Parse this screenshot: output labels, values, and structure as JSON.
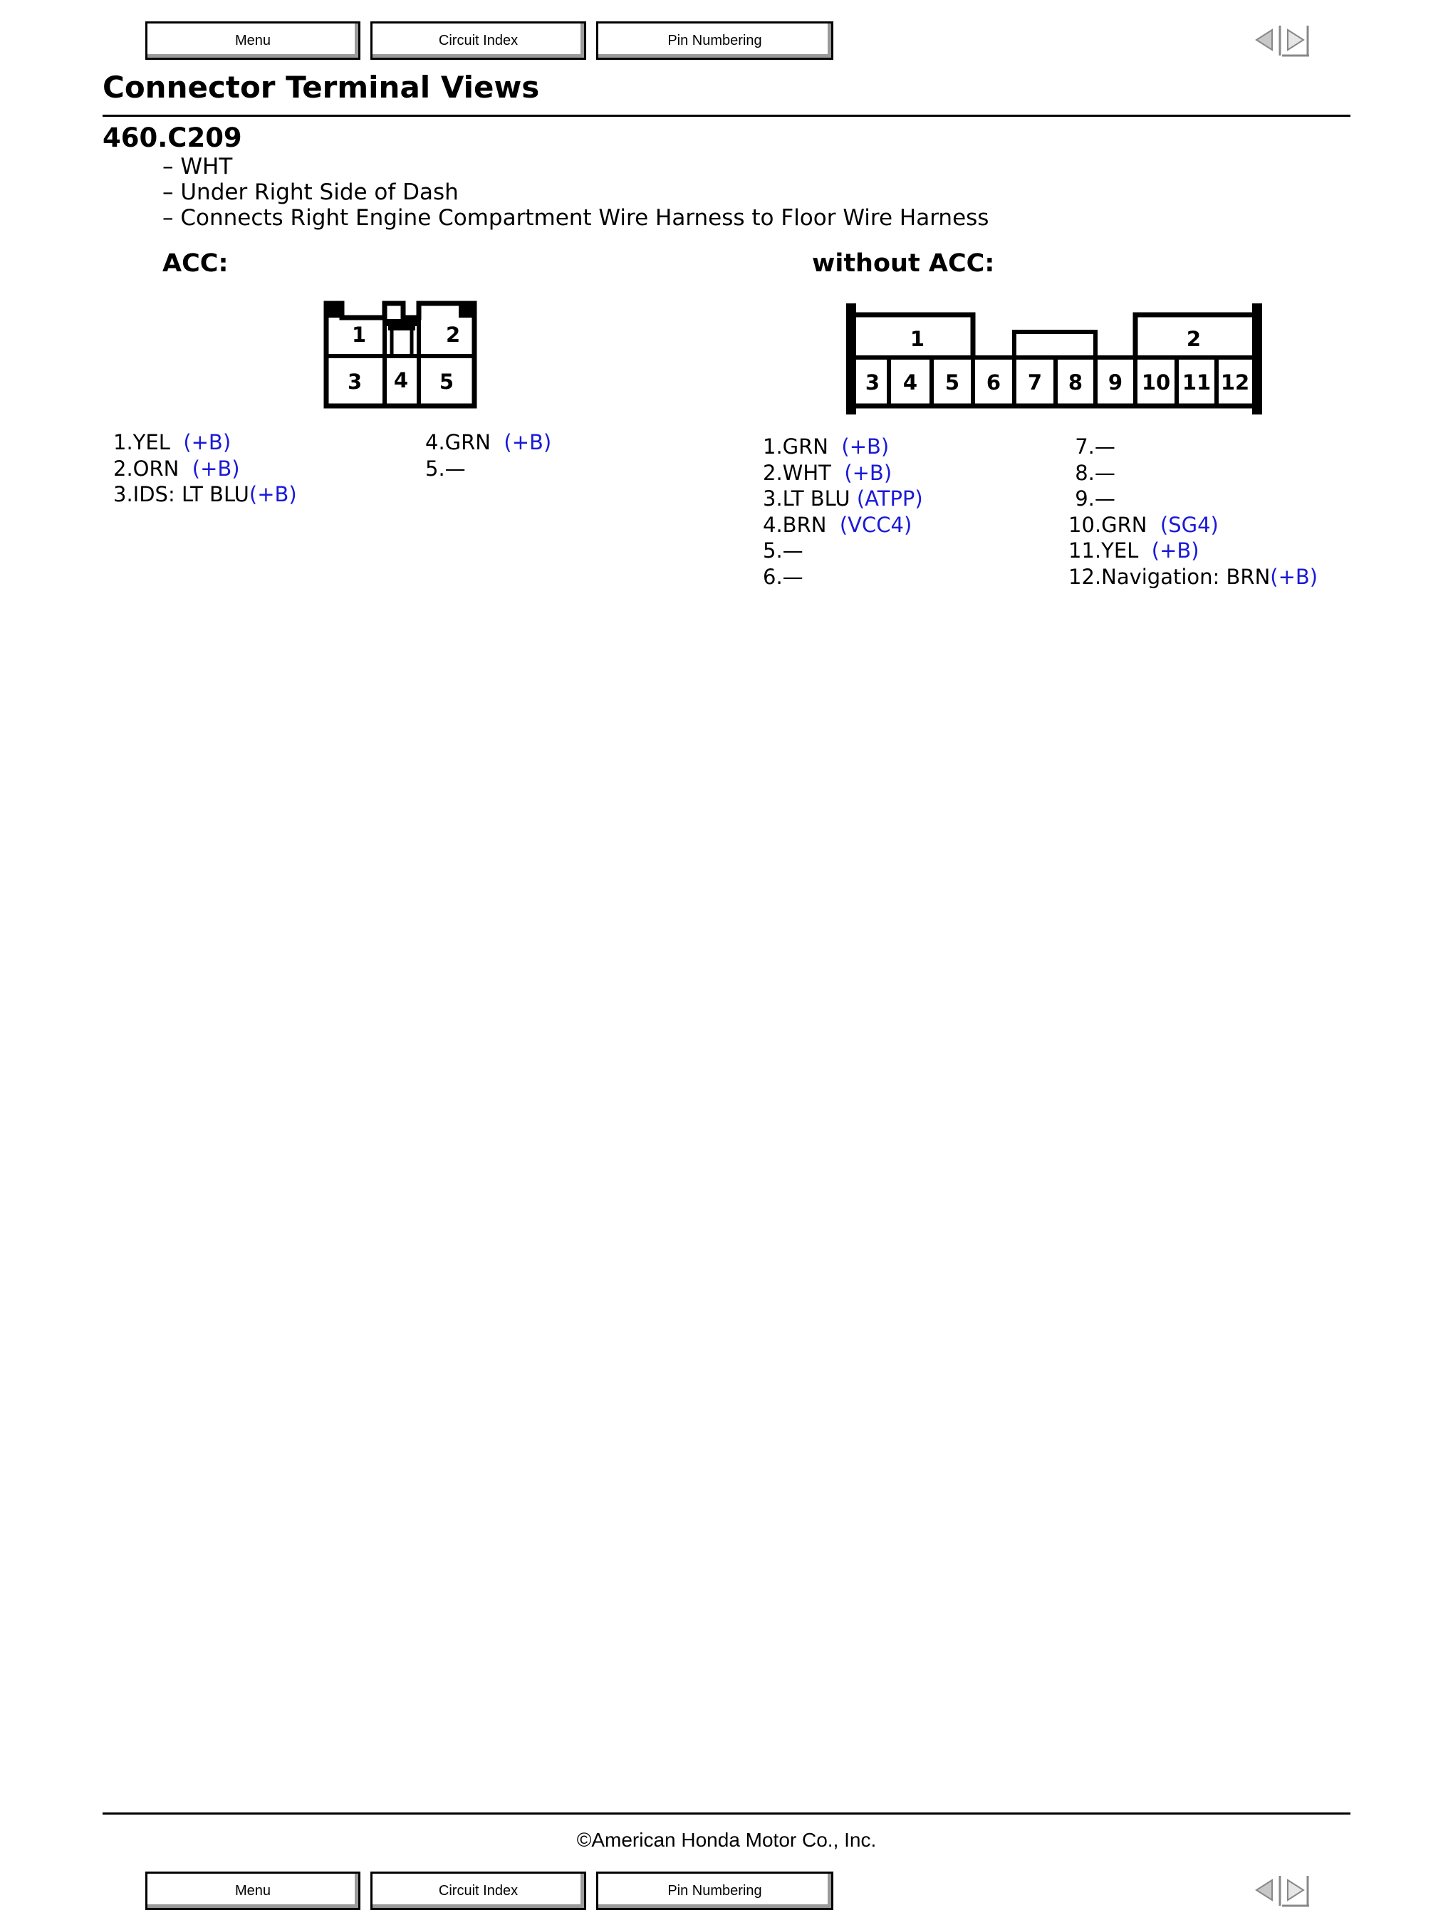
{
  "nav": {
    "menu": "Menu",
    "circuit_index": "Circuit Index",
    "pin_numbering": "Pin Numbering"
  },
  "icons": {
    "prev": "triangle-left-icon",
    "next": "triangle-right-icon"
  },
  "title": "Connector Terminal Views",
  "connector": {
    "id": "460.C209",
    "details": [
      "– WHT",
      "– Under Right Side of Dash",
      "– Connects Right Engine Compartment Wire Harness to Floor Wire Harness"
    ]
  },
  "acc": {
    "label": "ACC:",
    "pins": {
      "p1": "1",
      "p2": "2",
      "p3": "3",
      "p4": "4",
      "p5": "5"
    },
    "col1": [
      {
        "text": "1.YEL  ",
        "signal": "(+B)"
      },
      {
        "text": "2.ORN  ",
        "signal": "(+B)"
      },
      {
        "text": "3.IDS: LT BLU",
        "signal": "(+B)"
      }
    ],
    "col2": [
      {
        "text": "4.GRN  ",
        "signal": "(+B)"
      },
      {
        "text": "5.—",
        "signal": ""
      }
    ]
  },
  "without_acc": {
    "label": "without ACC:",
    "pins": {
      "p1": "1",
      "p2": "2",
      "p3": "3",
      "p4": "4",
      "p5": "5",
      "p6": "6",
      "p7": "7",
      "p8": "8",
      "p9": "9",
      "p10": "10",
      "p11": "11",
      "p12": "12"
    },
    "col1": [
      {
        "text": "1.GRN  ",
        "signal": "(+B)"
      },
      {
        "text": "2.WHT  ",
        "signal": "(+B)"
      },
      {
        "text": "3.LT BLU ",
        "signal": "(ATPP)"
      },
      {
        "text": "4.BRN  ",
        "signal": "(VCC4)"
      },
      {
        "text": "5.—",
        "signal": ""
      },
      {
        "text": "6.—",
        "signal": ""
      }
    ],
    "col2": [
      {
        "text": " 7.—",
        "signal": ""
      },
      {
        "text": " 8.—",
        "signal": ""
      },
      {
        "text": " 9.—",
        "signal": ""
      },
      {
        "text": "10.GRN  ",
        "signal": "(SG4)"
      },
      {
        "text": "11.YEL  ",
        "signal": "(+B)"
      },
      {
        "text": "12.Navigation: BRN",
        "signal": "(+B)"
      }
    ]
  },
  "colors": {
    "signal": "#1a1ad8",
    "button_shadow": "#9a9a9a"
  },
  "footer": {
    "copyright": "©American Honda Motor Co., Inc."
  }
}
